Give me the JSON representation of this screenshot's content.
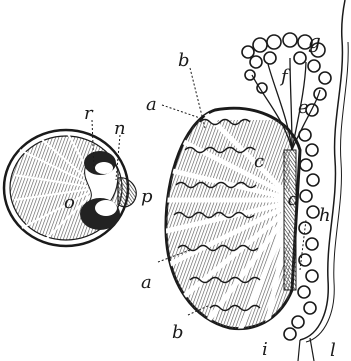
{
  "labels": {
    "r": "r",
    "n": "n",
    "o": "o",
    "p": "p",
    "b_top": "b",
    "a_top": "a",
    "c": "c",
    "d": "d",
    "e": "e",
    "f": "f",
    "g": "g",
    "h": "h",
    "a_bottom": "a",
    "b_bottom": "b",
    "i": "i",
    "l": "l"
  },
  "colors": {
    "ink": "#1a1a1a",
    "paper": "#ffffff",
    "shade": "#444444"
  }
}
